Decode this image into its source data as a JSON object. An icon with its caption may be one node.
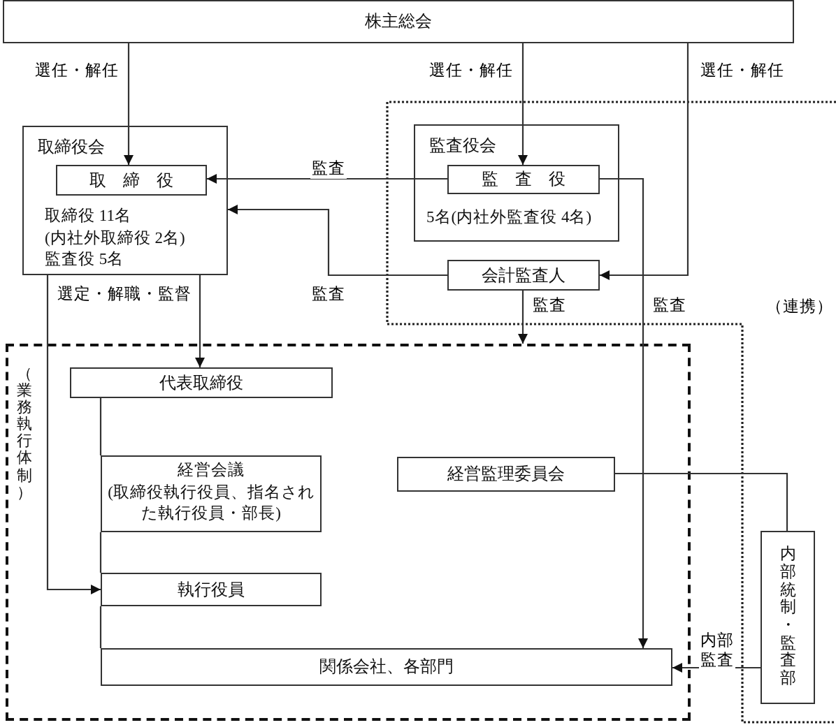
{
  "diagram": {
    "nodes": [
      {
        "text": [
          "株主総会"
        ]
      },
      {
        "text": [
          "取締役会",
          "取締役 11名 (内社外取締役 2名) 監査役 5名"
        ]
      },
      {
        "text": [
          "取　締　役"
        ],
        "in": 1
      },
      {
        "text": [
          "監査役会",
          "5名(内社外監査役 4名)"
        ]
      },
      {
        "text": [
          "監　査　役"
        ],
        "in": 3
      },
      {
        "text": [
          "会計監査人"
        ]
      },
      {
        "text": [
          "（業務執行体制）"
        ]
      },
      {
        "text": [
          "代表取締役"
        ],
        "in": 6
      },
      {
        "text": [
          "経営会議",
          "(取締役執行役員、指名された執行役員・部長)"
        ],
        "in": 6
      },
      {
        "text": [
          "経営監理委員会"
        ],
        "in": 6
      },
      {
        "text": [
          "執行役員"
        ],
        "in": 6
      },
      {
        "text": [
          "関係会社、各部門"
        ],
        "in": 6
      },
      {
        "text": [
          "内部統制・監査部"
        ]
      }
    ],
    "edges": [
      {
        "from": 0,
        "to": 2,
        "arrow": "to",
        "label": "選任・解任"
      },
      {
        "from": 0,
        "to": 4,
        "arrow": "to",
        "label": "選任・解任"
      },
      {
        "from": 0,
        "to": 5,
        "arrow": "to",
        "label": "選任・解任"
      },
      {
        "from": 4,
        "to": 2,
        "arrow": "to",
        "label": "監査"
      },
      {
        "from": 5,
        "to": 1,
        "arrow": "to",
        "label": "監査"
      },
      {
        "from": 1,
        "to": 7,
        "arrow": "to",
        "label": "選定・解職・監督"
      },
      {
        "from": 1,
        "to": 10,
        "arrow": "to"
      },
      {
        "from": 5,
        "to": 6,
        "arrow": "to",
        "label": "監査"
      },
      {
        "from": 4,
        "to": 11,
        "arrow": "to",
        "label": "監査"
      },
      {
        "from": 12,
        "to": 11,
        "arrow": "to",
        "label": "内部監査"
      },
      {
        "from": 9,
        "to": 12,
        "arrow": "none"
      },
      {
        "from": 7,
        "to": 8,
        "arrow": "none"
      },
      {
        "from": 8,
        "to": 10,
        "arrow": "none"
      },
      {
        "from": 10,
        "to": 11,
        "arrow": "none"
      }
    ],
    "labels": [
      "（連携）"
    ]
  }
}
